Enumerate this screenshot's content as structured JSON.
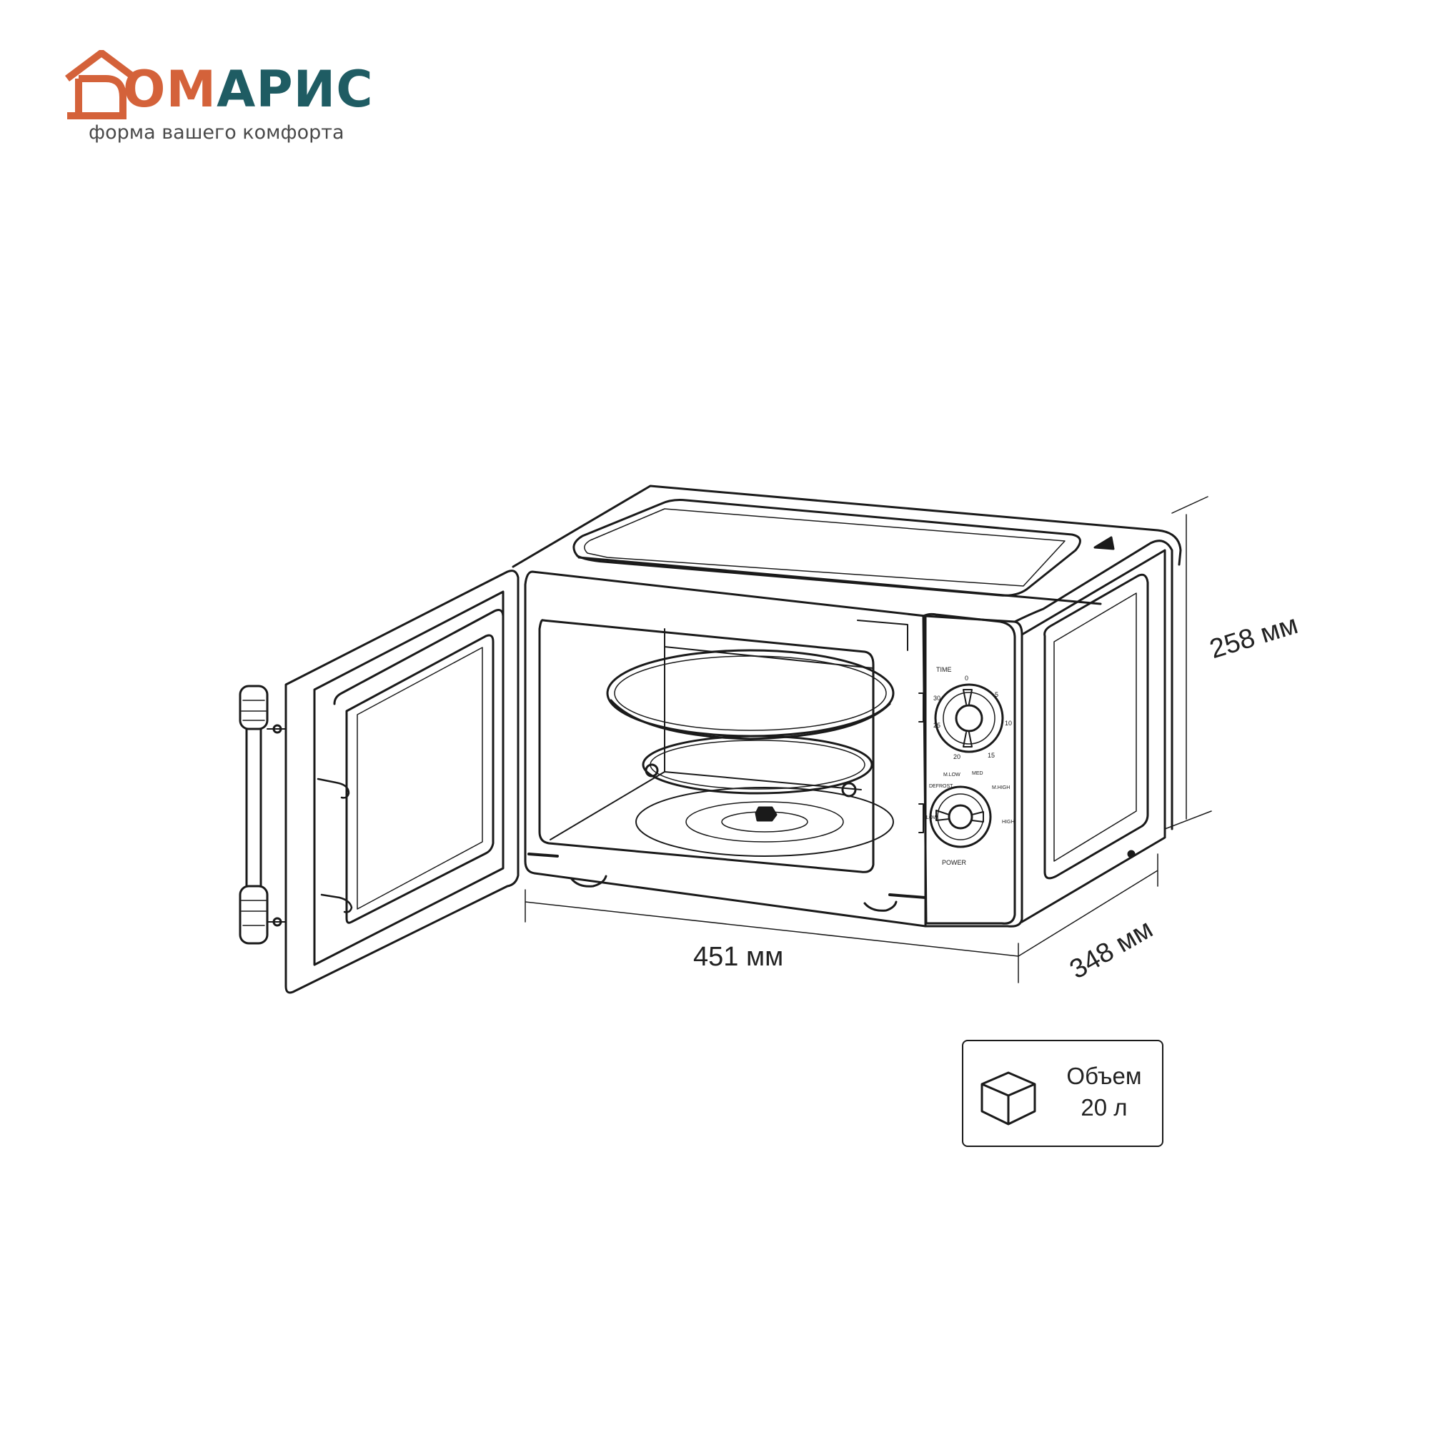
{
  "brand": {
    "name_part1": "ОМ",
    "name_part2": "АРИС",
    "tagline": "форма вашего комфорта",
    "color_orange": "#d4623a",
    "color_teal": "#1f5c63"
  },
  "dimensions": {
    "width": "451 мм",
    "height": "258 мм",
    "depth": "348 мм"
  },
  "panel": {
    "time_label": "TIME",
    "time_marks": [
      "0",
      "5",
      "10",
      "15",
      "20",
      "25",
      "30"
    ],
    "power_label": "POWER",
    "power_levels": [
      "M.LOW",
      "MED",
      "M.HIGH",
      "HIGH",
      "DEFROST",
      "LOW"
    ]
  },
  "volume": {
    "label": "Объем",
    "value": "20 л",
    "icon": "box-icon"
  }
}
